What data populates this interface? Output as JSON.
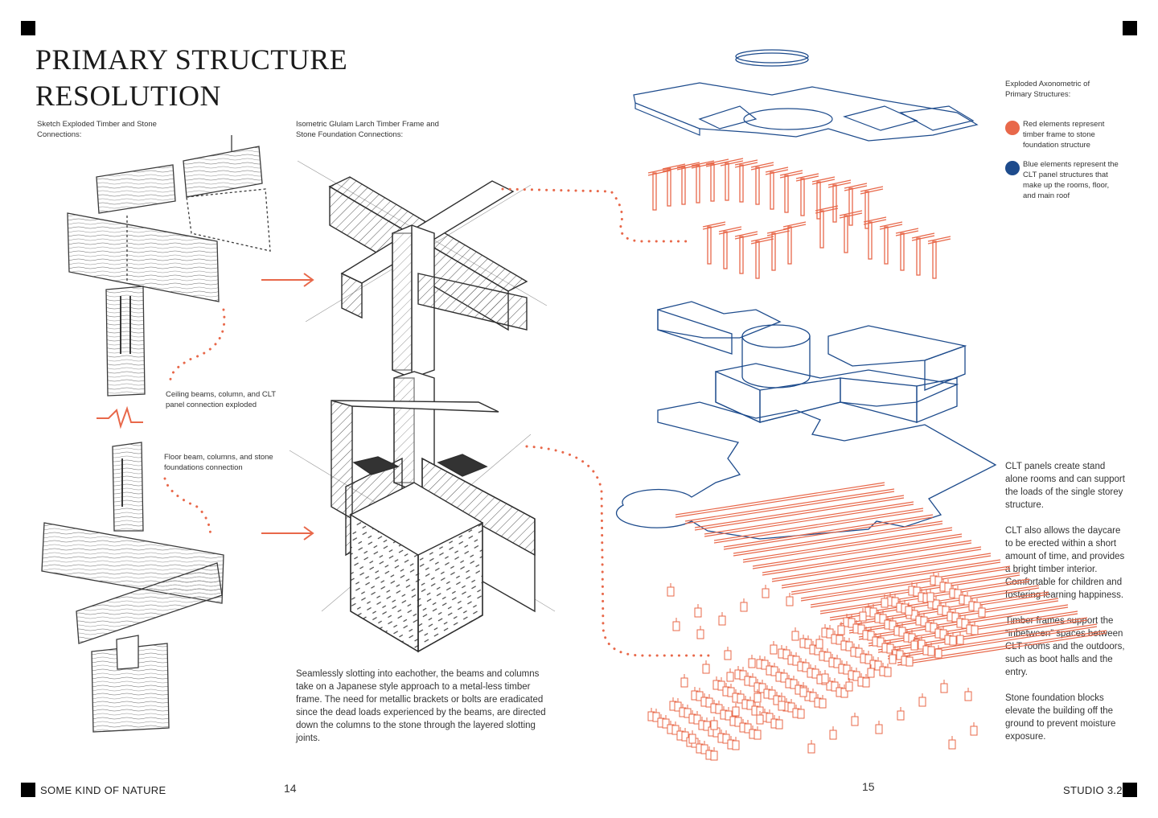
{
  "title": {
    "line1": "PRIMARY STRUCTURE",
    "line2": "RESOLUTION"
  },
  "captions": {
    "sketch": "Sketch Exploded Timber and Stone Connections:",
    "isometric": "Isometric Glulam Larch Timber Frame and Stone Foundation Connections:",
    "ceiling": "Ceiling beams, column, and CLT panel connection exploded",
    "floor": "Floor beam, columns, and stone foundations connection",
    "axo": "Exploded Axonometric of Primary Structures:"
  },
  "legend": [
    {
      "color": "#e8684a",
      "text": "Red elements represent timber frame to stone foundation structure"
    },
    {
      "color": "#1d4b8c",
      "text": "Blue elements represent the CLT panel structures that make up the rooms, floor, and main roof"
    }
  ],
  "description": "Seamlessly slotting into eachother, the beams and columns take on a Japanese style approach to a metal-less timber frame. The need for metallic brackets or bolts are eradicated since the dead loads experienced by the beams, are directed down the columns to the stone through the layered slotting joints.",
  "side_text": [
    "CLT panels create stand alone rooms and can support the loads of the single storey structure.",
    "CLT also allows the daycare to be erected within a short amount of time, and provides a bright timber interior. Comfortable for children and fostering learning happiness.",
    "Timber frames support the “inbetween” spaces between CLT rooms and the outdoors, such as boot halls and the entry.",
    "Stone foundation blocks elevate the building off the ground to prevent moisture exposure."
  ],
  "footer": {
    "left": "SOME KIND OF NATURE",
    "page_left": "14",
    "page_right": "15",
    "right": "STUDIO 3.2"
  },
  "colors": {
    "red": "#e8684a",
    "blue": "#1d4b8c",
    "sketch": "#3a3a3a"
  }
}
